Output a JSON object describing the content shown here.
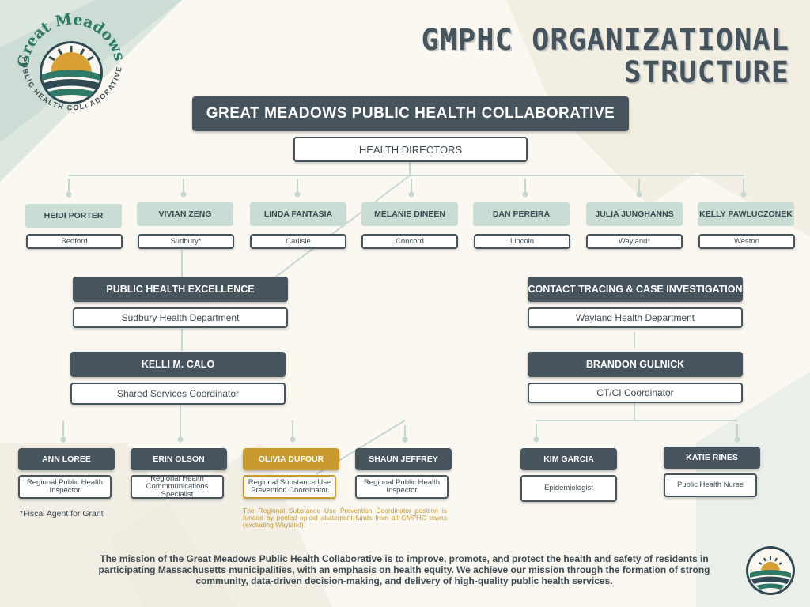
{
  "header": {
    "title_line1": "GMPHC ORGANIZATIONAL",
    "title_line2": "STRUCTURE"
  },
  "logo": {
    "arc_text": "Great Meadows",
    "ring_text": "PUBLIC HEALTH COLLABORATIVE"
  },
  "org": {
    "name": "GREAT MEADOWS PUBLIC HEALTH COLLABORATIVE",
    "directors_label": "HEALTH DIRECTORS",
    "directors": [
      {
        "name": "HEIDI PORTER",
        "town": "Bedford"
      },
      {
        "name": "VIVIAN ZENG",
        "town": "Sudbury*"
      },
      {
        "name": "LINDA FANTASIA",
        "town": "Carlisle"
      },
      {
        "name": "MELANIE DINEEN",
        "town": "Concord"
      },
      {
        "name": "DAN PEREIRA",
        "town": "Lincoln"
      },
      {
        "name": "JULIA JUNGHANNS",
        "town": "Wayland*"
      },
      {
        "name": "KELLY PAWLUCZONEK",
        "town": "Weston"
      }
    ],
    "left_branch": {
      "program": "PUBLIC HEALTH EXCELLENCE",
      "department": "Sudbury Health Department",
      "lead_name": "KELLI M. CALO",
      "lead_title": "Shared Services Coordinator",
      "staff": [
        {
          "name": "ANN LOREE",
          "title": "Regional Public Health Inspector"
        },
        {
          "name": "ERIN OLSON",
          "title": "Regional Health Commmunications Specialist"
        },
        {
          "name": "OLIVIA DUFOUR",
          "title": "Regional Substance Use Prevention Coordinator"
        },
        {
          "name": "SHAUN JEFFREY",
          "title": "Regional Public Health Inspector"
        }
      ]
    },
    "right_branch": {
      "program": "CONTACT TRACING & CASE INVESTIGATION",
      "department": "Wayland Health Department",
      "lead_name": "BRANDON GULNICK",
      "lead_title": "CT/CI Coordinator",
      "staff": [
        {
          "name": "KIM GARCIA",
          "title": "Epidemiologist"
        },
        {
          "name": "KATIE RINES",
          "title": "Public Health Nurse"
        }
      ]
    }
  },
  "notes": {
    "fiscal_agent": "*Fiscal Agent for Grant",
    "funding": "The Regional Substance Use Prevention Coordinator position is funded by pooled opioid abatement funds from all GMPHC towns (excluding Wayland)."
  },
  "mission": "The mission of the Great Meadows Public Health Collaborative is to improve, promote, and protect the health and safety of residents in participating Massachusetts municipalities, with an emphasis on health equity. We achieve our mission through the formation of strong community, data-driven decision-making, and delivery of high-quality public health services.",
  "colors": {
    "dark": "#46555d",
    "light_teal": "#c9ddd4",
    "gold": "#c99a2e",
    "background": "#fbf8f2"
  }
}
